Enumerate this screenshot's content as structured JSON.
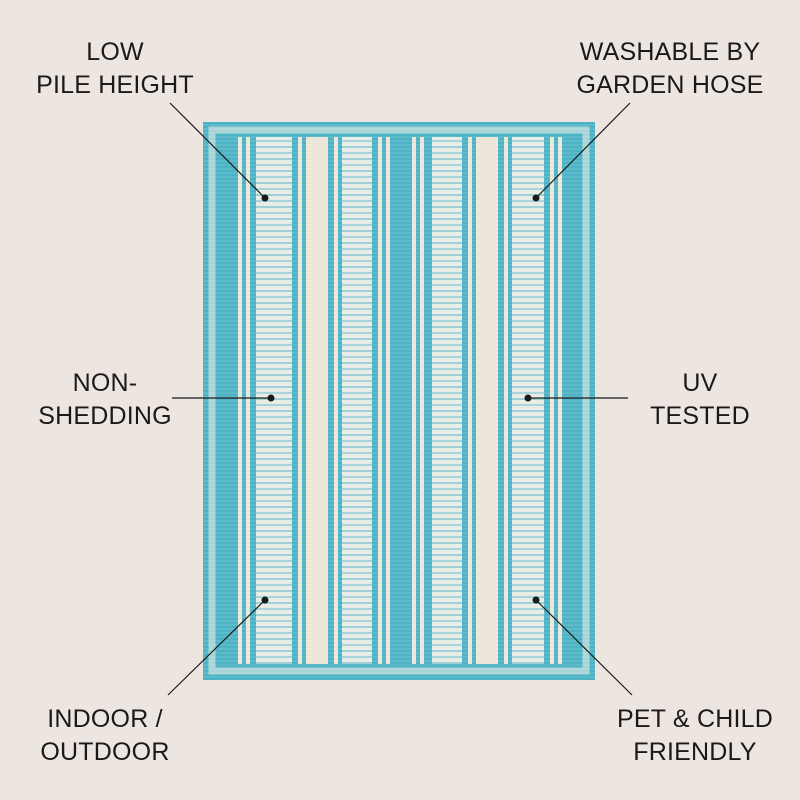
{
  "features": {
    "top_left": {
      "line1": "LOW",
      "line2": "PILE HEIGHT"
    },
    "top_right": {
      "line1": "WASHABLE BY",
      "line2": "GARDEN HOSE"
    },
    "middle_left": {
      "line1": "NON-",
      "line2": "SHEDDING"
    },
    "middle_right": {
      "line1": "UV",
      "line2": "TESTED"
    },
    "bottom_left": {
      "line1": "INDOOR /",
      "line2": "OUTDOOR"
    },
    "bottom_right": {
      "line1": "PET & CHILD",
      "line2": "FRIENDLY"
    }
  },
  "colors": {
    "background": "#ede5e0",
    "rug_teal": "#4cb3c4",
    "rug_light_teal": "#a9d5d9",
    "rug_cream": "#ebe6d8",
    "text": "#1a1a1a"
  }
}
